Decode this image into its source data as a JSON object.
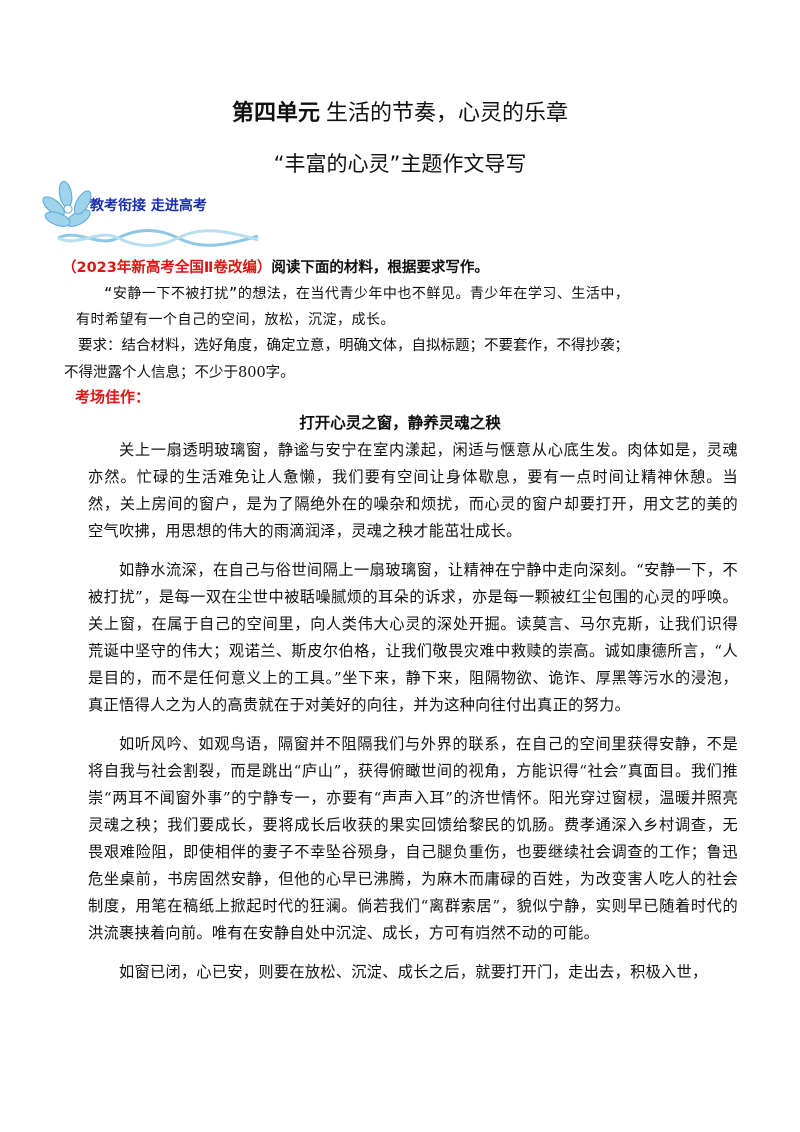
{
  "header": {
    "unit_label": "第四单元",
    "unit_theme": "生活的节奏，心灵的乐章",
    "subtitle": "“丰富的心灵”主题作文导写"
  },
  "banner": {
    "text": "教考衔接  走进高考",
    "icon": "flower-icon",
    "color": "#1a2fb0"
  },
  "prompt": {
    "source_tag": "（2023年新高考全国Ⅱ卷改编）",
    "instruction": "阅读下面的材料，根据要求写作。",
    "material_line1": "“安静一下不被打扰”的想法，在当代青少年中也不鲜见。青少年在学习、生活中，",
    "material_line2": "有时希望有一个自己的空间，放松，沉淀，成长。",
    "requirement_line1": "要求：结合材料，选好角度，确定立意，明确文体，自拟标题；不要套作，不得抄袭；",
    "requirement_line2": "不得泄露个人信息；不少于800字。"
  },
  "section_label": "考场佳作：",
  "essay": {
    "title": "打开心灵之窗，静养灵魂之秧",
    "paragraphs": [
      "关上一扇透明玻璃窗，静谧与安宁在室内漾起，闲适与惬意从心底生发。肉体如是，灵魂亦然。忙碌的生活难免让人惫懒，我们要有空间让身体歇息，要有一点时间让精神休憩。当然，关上房间的窗户，是为了隔绝外在的噪杂和烦扰，而心灵的窗户却要打开，用文艺的美的空气吹拂，用思想的伟大的雨滴润泽，灵魂之秧才能茁壮成长。",
      "如静水流深，在自己与俗世间隔上一扇玻璃窗，让精神在宁静中走向深刻。“安静一下，不被打扰”，是每一双在尘世中被聒噪腻烦的耳朵的诉求，亦是每一颗被红尘包围的心灵的呼唤。关上窗，在属于自己的空间里，向人类伟大心灵的深处开掘。读莫言、马尔克斯，让我们识得荒诞中坚守的伟大；观诺兰、斯皮尔伯格，让我们敬畏灾难中救赎的崇高。诚如康德所言，“人是目的，而不是任何意义上的工具。”坐下来，静下来，阻隔物欲、诡诈、厚黑等污水的浸泡，真正悟得人之为人的高贵就在于对美好的向往，并为这种向往付出真正的努力。",
      "如听风吟、如观鸟语，隔窗并不阻隔我们与外界的联系，在自己的空间里获得安静，不是将自我与社会割裂，而是跳出“庐山”，获得俯瞰世间的视角，方能识得“社会”真面目。我们推崇“两耳不闻窗外事”的宁静专一，亦要有“声声入耳”的济世情怀。阳光穿过窗棂，温暖并照亮灵魂之秧；我们要成长，要将成长后收获的果实回馈给黎民的饥肠。费孝通深入乡村调查，无畏艰难险阻，即使相伴的妻子不幸坠谷殒身，自己腿负重伤，也要继续社会调查的工作；鲁迅危坐桌前，书房固然安静，但他的心早已沸腾，为麻木而庸碌的百姓，为改变害人吃人的社会制度，用笔在稿纸上掀起时代的狂澜。倘若我们“离群索居”，貌似宁静，实则早已随着时代的洪流裹挟着向前。唯有在安静自处中沉淀、成长，方可有岿然不动的可能。",
      "如窗已闭，心已安，则要在放松、沉淀、成长之后，就要打开门，走出去，积极入世，"
    ]
  }
}
